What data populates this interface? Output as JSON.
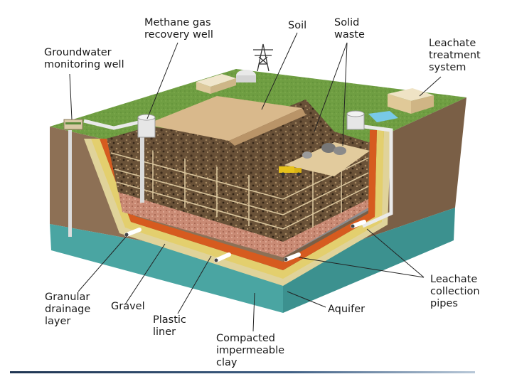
{
  "labels": {
    "methane_well": "Methane gas\nrecovery well",
    "soil": "Soil",
    "solid_waste": "Solid\nwaste",
    "groundwater_well": "Groundwater\nmonitoring well",
    "leachate_treatment": "Leachate\ntreatment\nsystem",
    "leachate_pipes": "Leachate\ncollection\npipes",
    "aquifer": "Aquifer",
    "granular_drainage": "Granular\ndrainage\nlayer",
    "gravel": "Gravel",
    "plastic_liner": "Plastic\nliner",
    "compacted_clay": "Compacted\nimpermeable\nclay"
  },
  "colors": {
    "grass": "#6f9e42",
    "soil_cap": "#d9b98c",
    "waste": "#6a5238",
    "earth": "#8d7055",
    "aquifer": "#4aa5a2",
    "plastic_liner": "#d65b1f",
    "granular_drainage": "#e3cf6e",
    "gravel": "#8c8c8e",
    "accent": "#1f3552"
  }
}
